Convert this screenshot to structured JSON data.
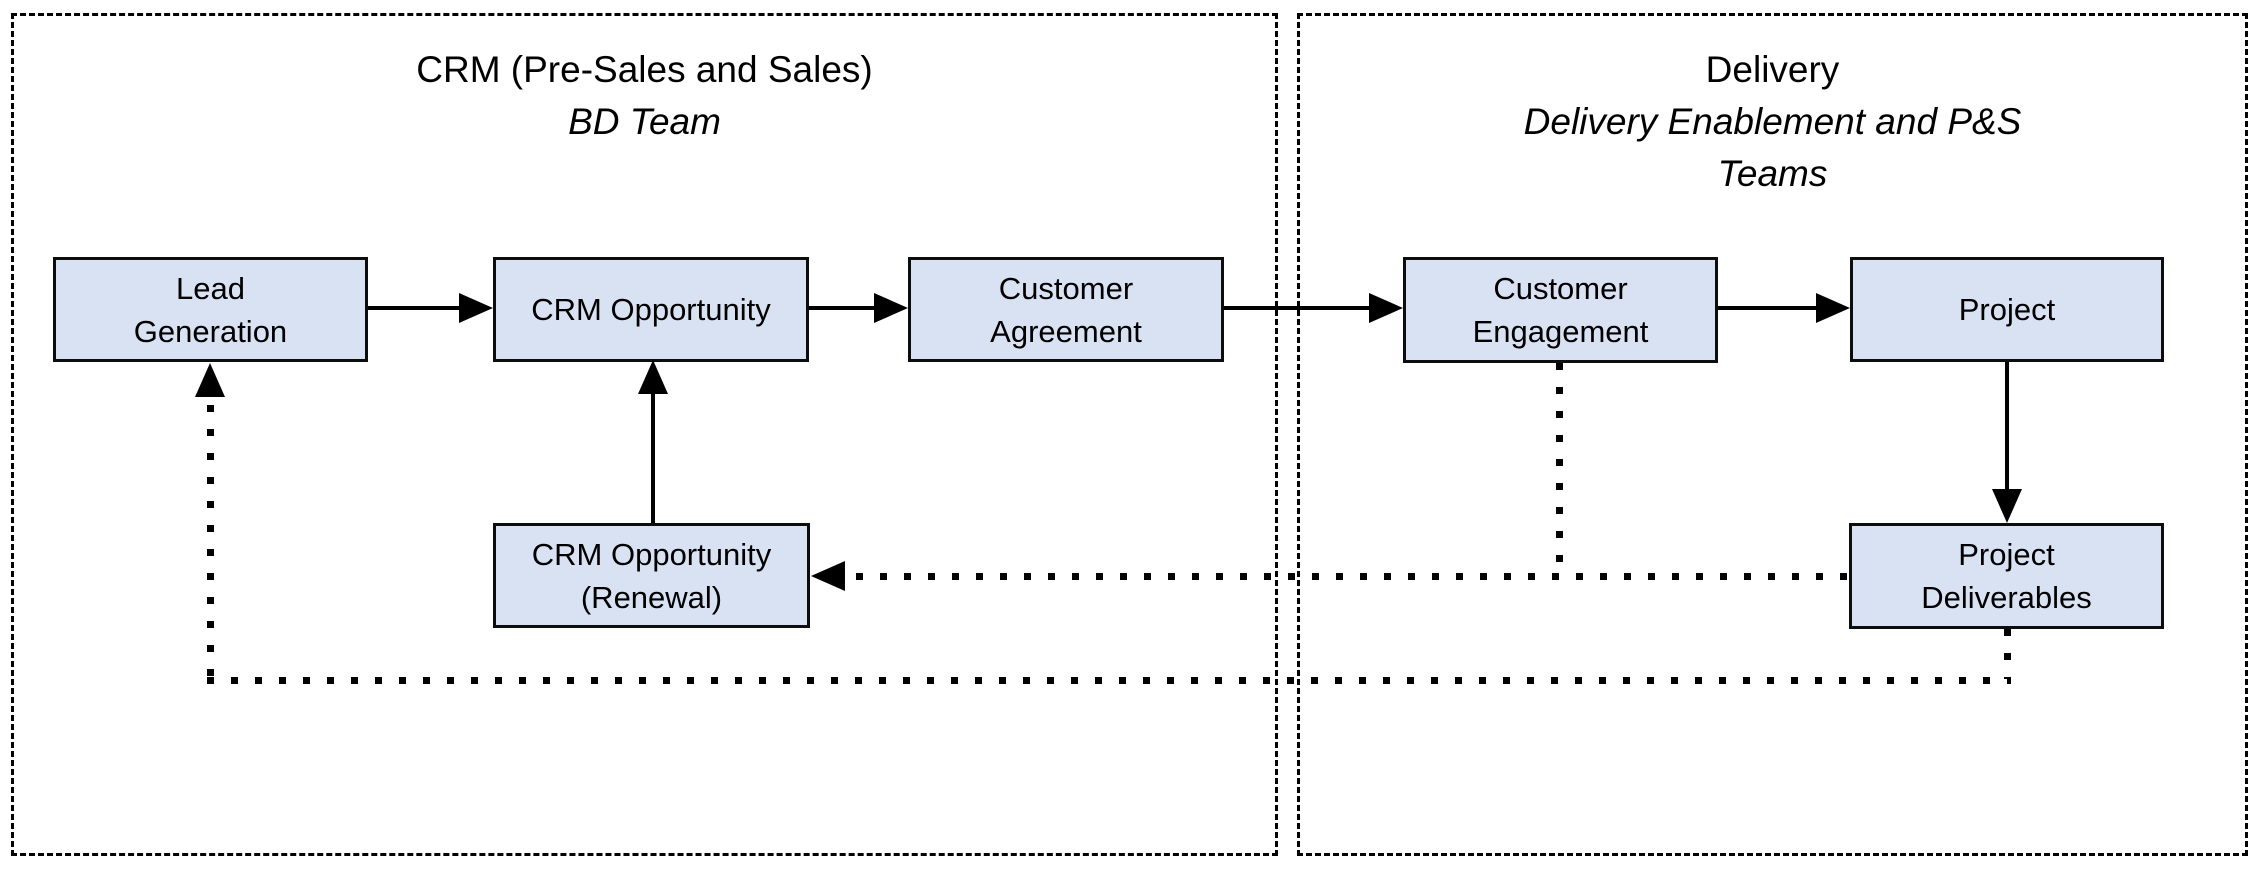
{
  "diagram": {
    "background": "#ffffff",
    "zones": [
      {
        "id": "crm",
        "title": "CRM (Pre-Sales and Sales)",
        "subtitle": "BD Team"
      },
      {
        "id": "delivery",
        "title": "Delivery",
        "subtitle": "Delivery Enablement and P&S\nTeams"
      }
    ],
    "nodes": [
      {
        "id": "lead-generation",
        "label": "Lead\nGeneration"
      },
      {
        "id": "crm-opportunity",
        "label": "CRM Opportunity"
      },
      {
        "id": "customer-agreement",
        "label": "Customer\nAgreement"
      },
      {
        "id": "customer-engagement",
        "label": "Customer\nEngagement"
      },
      {
        "id": "project",
        "label": "Project"
      },
      {
        "id": "crm-opportunity-renewal",
        "label": "CRM Opportunity\n(Renewal)"
      },
      {
        "id": "project-deliverables",
        "label": "Project\nDeliverables"
      }
    ],
    "connectors": [
      {
        "from": "lead-generation",
        "to": "crm-opportunity",
        "style": "solid",
        "direction": "right"
      },
      {
        "from": "crm-opportunity",
        "to": "customer-agreement",
        "style": "solid",
        "direction": "right"
      },
      {
        "from": "customer-agreement",
        "to": "customer-engagement",
        "style": "solid",
        "direction": "right"
      },
      {
        "from": "customer-engagement",
        "to": "project",
        "style": "solid",
        "direction": "right"
      },
      {
        "from": "project",
        "to": "project-deliverables",
        "style": "solid",
        "direction": "down"
      },
      {
        "from": "crm-opportunity-renewal",
        "to": "crm-opportunity",
        "style": "solid",
        "direction": "up"
      },
      {
        "from": "project-deliverables",
        "to": "crm-opportunity-renewal",
        "style": "dotted",
        "direction": "left",
        "branch_from": "customer-engagement"
      },
      {
        "from": "project-deliverables",
        "to": "lead-generation",
        "style": "dotted",
        "direction": "down-left-up"
      }
    ],
    "colors": {
      "node_fill": "#d9e2f3",
      "node_border": "#0d0d0d",
      "connector": "#000000",
      "zone_border": "#000000",
      "text": "#000000"
    }
  }
}
